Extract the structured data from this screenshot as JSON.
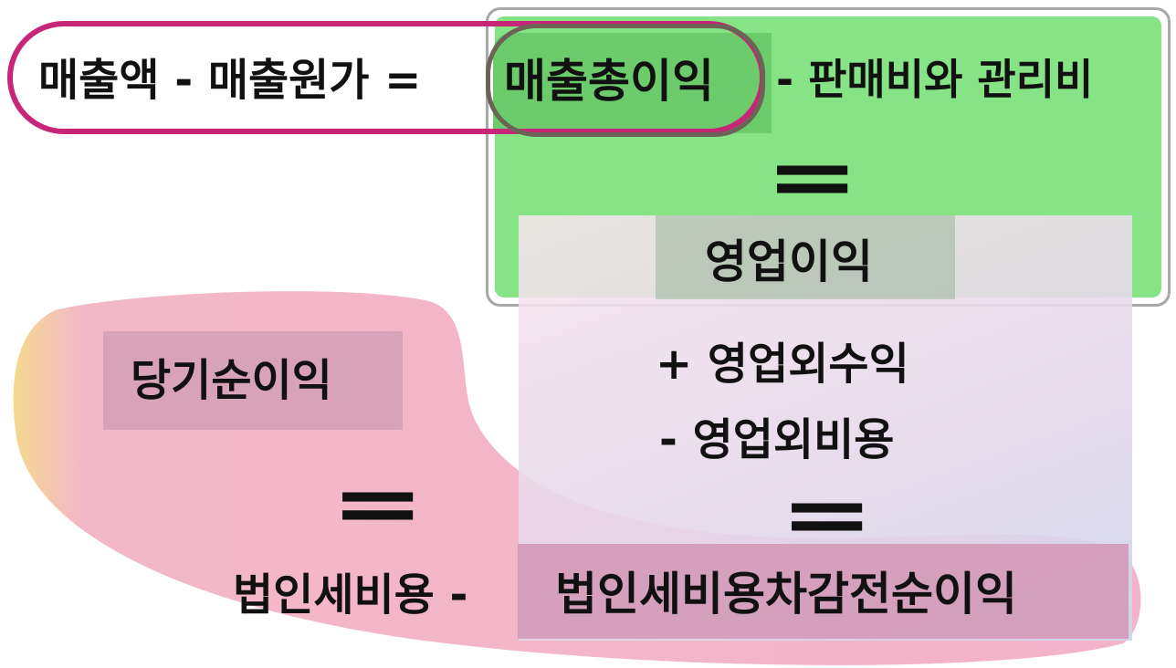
{
  "top_row": {
    "revenue_minus_cogs": "매출액 - 매출원가 =",
    "gross_profit": "매출총이익",
    "minus_sga": "- 판매비와 관리비"
  },
  "operating_block": {
    "equals": "=",
    "operating_income": "영업이익",
    "plus_non_operating_income": "+ 영업외수익",
    "minus_non_operating_expenses": "- 영업외비용",
    "equals_2": "="
  },
  "net_block": {
    "net_income": "당기순이익",
    "equals": "=",
    "income_tax_expense_minus": "법인세비용 -",
    "income_before_tax": "법인세비용차감전순이익"
  },
  "colors": {
    "green_fill": "#86e486",
    "magenta_outline": "#c72678",
    "pink_blob": "#f3b3cb",
    "lavender": "#e4d8ea"
  }
}
